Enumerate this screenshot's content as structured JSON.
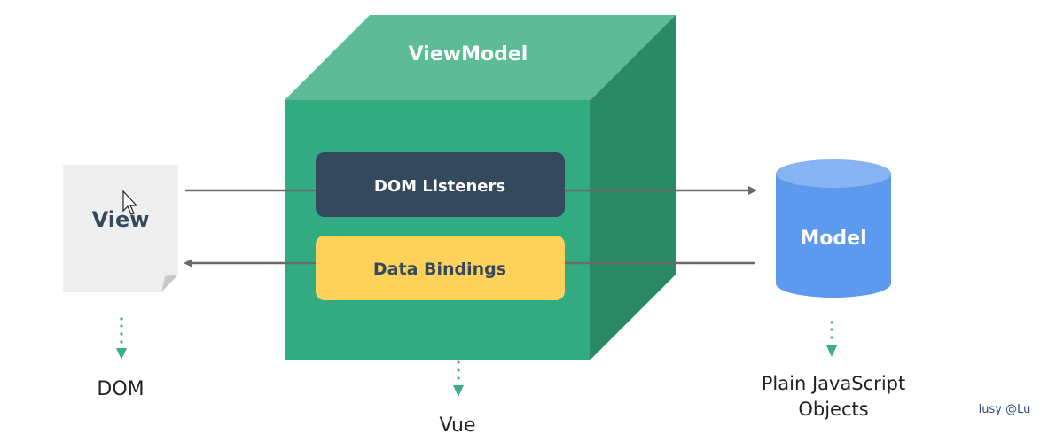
{
  "diagram": {
    "title": "MVVM architecture in Vue",
    "colors": {
      "cube_top": "#5dbb98",
      "cube_front": "#32ab83",
      "cube_side": "#2a8a66",
      "dom_listeners_bg": "#34495e",
      "data_bindings_bg": "#fcd25a",
      "view_page": "#efefef",
      "view_text": "#34495e",
      "model_body": "#5c99ef",
      "model_top": "#86b4f3",
      "arrow": "#6a6a6a",
      "dotted_arrow": "#3aae8a",
      "caption": "#222222",
      "watermark": "#2c4a7a"
    },
    "nodes": {
      "view": {
        "label": "View",
        "caption": "DOM"
      },
      "viewmodel": {
        "label": "ViewModel",
        "caption": "Vue"
      },
      "dom_listeners": {
        "label": "DOM Listeners"
      },
      "data_bindings": {
        "label": "Data Bindings"
      },
      "model": {
        "label": "Model",
        "caption_line1": "Plain JavaScript",
        "caption_line2": "Objects"
      }
    },
    "edges": [
      {
        "from": "view",
        "to": "model",
        "via": "dom_listeners",
        "direction": "right"
      },
      {
        "from": "model",
        "to": "view",
        "via": "data_bindings",
        "direction": "left"
      }
    ],
    "watermark": "lusy @Lu"
  }
}
